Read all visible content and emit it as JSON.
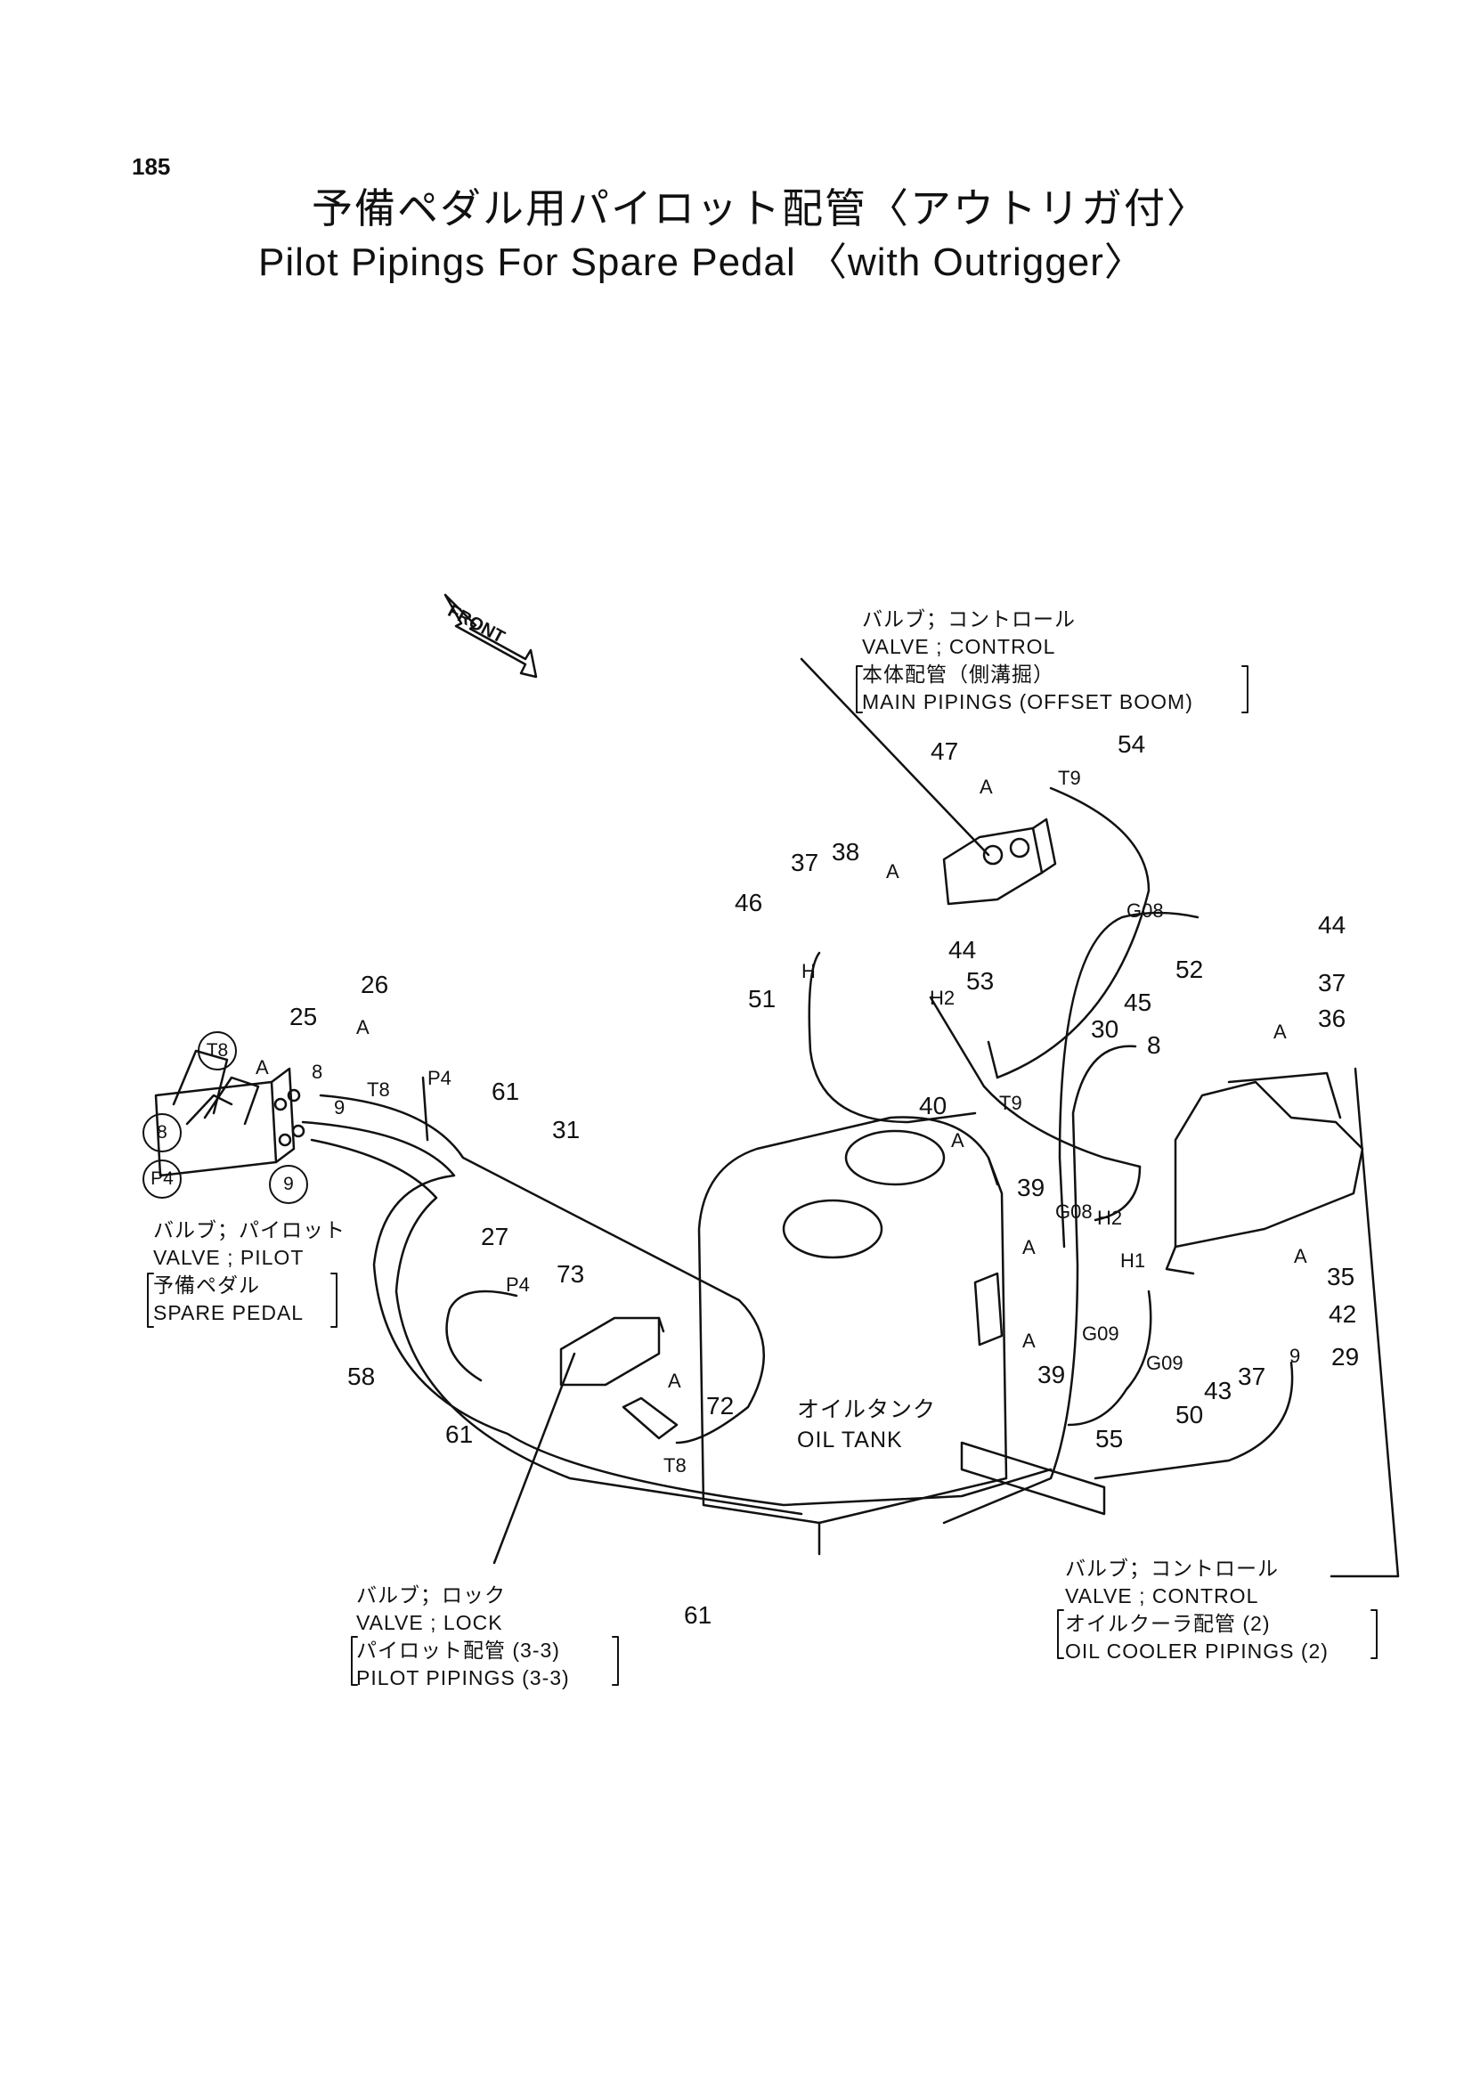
{
  "page_number": "185",
  "title_jp": "予備ペダル用パイロット配管〈アウトリガ付〉",
  "title_en": "Pilot Pipings For Spare Pedal 〈with Outrigger〉",
  "front_label": "FRONT",
  "notes": {
    "control_valve_top": [
      "バルブ；コントロール",
      "VALVE ; CONTROL",
      "本体配管（側溝掘）",
      "MAIN PIPINGS (OFFSET BOOM)"
    ],
    "pilot_valve": [
      "バルブ；パイロット",
      "VALVE ; PILOT",
      "予備ペダル",
      "SPARE PEDAL"
    ],
    "oil_tank": [
      "オイルタンク",
      "OIL TANK"
    ],
    "lock_valve": [
      "バルブ；ロック",
      "VALVE ; LOCK",
      "パイロット配管 (3-3)",
      "PILOT PIPINGS (3-3)"
    ],
    "control_valve_bottom": [
      "バルブ；コントロール",
      "VALVE ; CONTROL",
      "オイルクーラ配管 (2)",
      "OIL COOLER PIPINGS (2)"
    ]
  },
  "callouts": {
    "c47": "47",
    "c54": "54",
    "cT9a": "T9",
    "cAa": "A",
    "c37a": "37",
    "c38": "38",
    "cAb": "A",
    "c46": "46",
    "c44a": "44",
    "c51": "51",
    "cH": "H",
    "cH2a": "H2",
    "c53": "53",
    "cG08a": "G08",
    "c44b": "44",
    "c52": "52",
    "c37b": "37",
    "c45": "45",
    "c36": "36",
    "cAc": "A",
    "c30": "30",
    "c8a": "8",
    "c26": "26",
    "c25": "25",
    "cAd": "A",
    "cAe": "A",
    "c8b": "8",
    "cT8a": "T8",
    "cP4a": "P4",
    "c9a": "9",
    "c61a": "61",
    "c40": "40",
    "cAf": "A",
    "cT9b": "T9",
    "c31": "31",
    "c39a": "39",
    "cG08b": "G08",
    "cH2b": "H2",
    "cH1": "H1",
    "cAg": "A",
    "cAh": "A",
    "cG09a": "G09",
    "c39b": "39",
    "c27": "27",
    "cP4b": "P4",
    "c73": "73",
    "c58": "58",
    "c61b": "61",
    "cAi": "A",
    "c72": "72",
    "cT8b": "T8",
    "c35": "35",
    "cAj": "A",
    "c42": "42",
    "cG09b": "G09",
    "c43": "43",
    "c37c": "37",
    "c9b": "9",
    "c29": "29",
    "c50": "50",
    "c55": "55",
    "c61c": "61"
  },
  "circled": {
    "t8": "T8",
    "n8": "8",
    "p4": "P4",
    "n9": "9"
  }
}
